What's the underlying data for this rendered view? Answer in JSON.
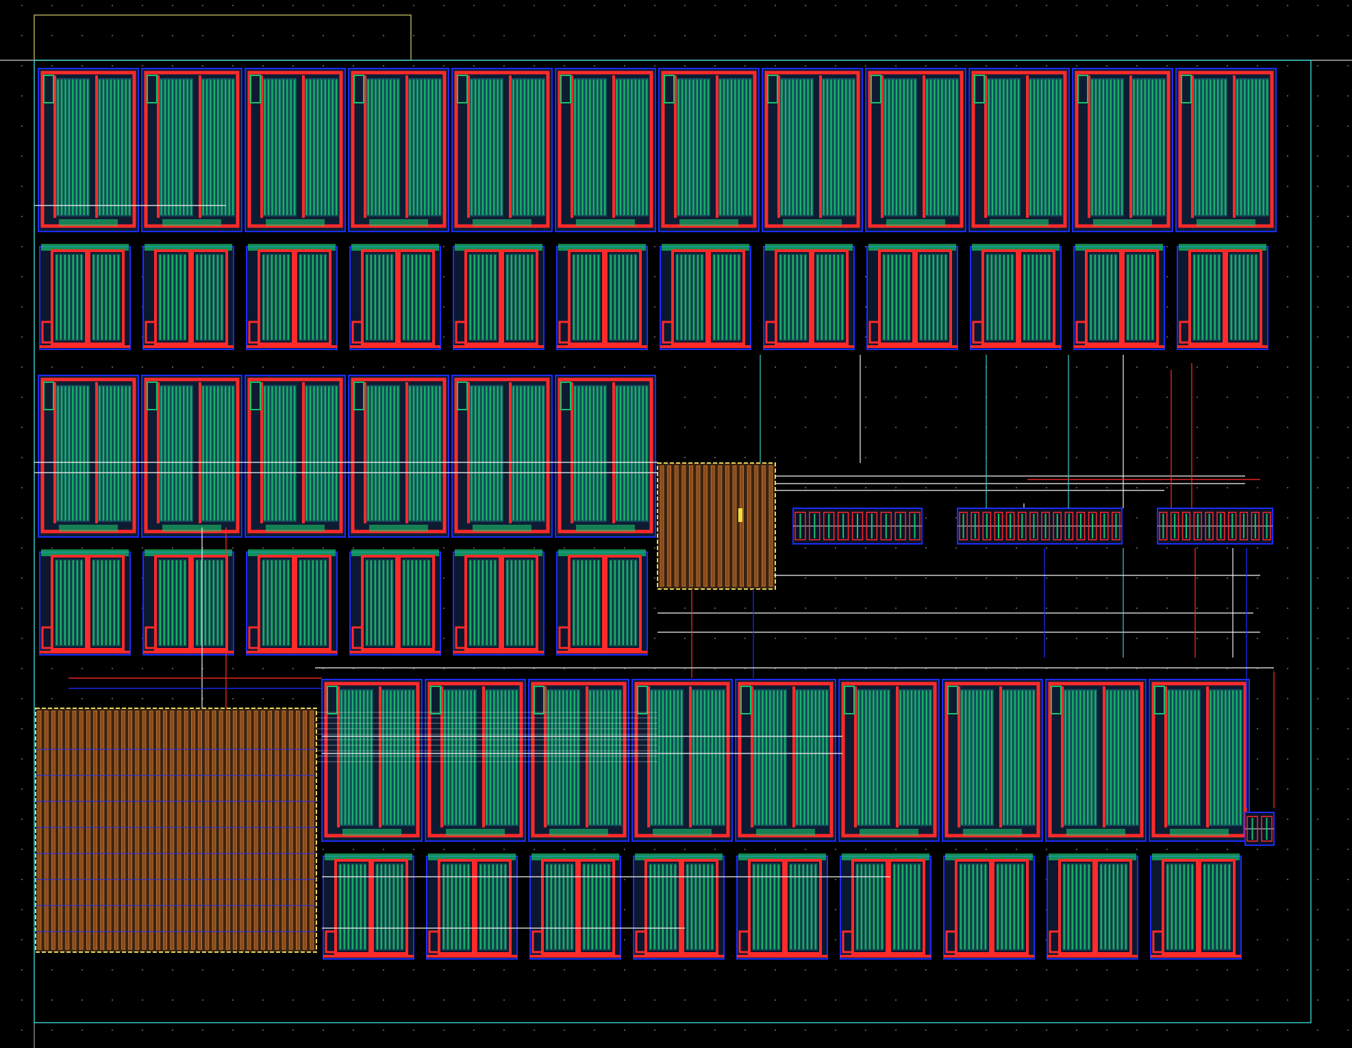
{
  "view": {
    "title": "",
    "background_color": "#000000",
    "layers": [
      {
        "name": "poly",
        "color": "#ff2a2a"
      },
      {
        "name": "diffusion",
        "color": "#19c36a"
      },
      {
        "name": "metal1",
        "color": "#1c2cff"
      },
      {
        "name": "metal2",
        "color": "#e8e8e8"
      },
      {
        "name": "capacitor",
        "color": "#8a4a1a"
      },
      {
        "name": "boundary",
        "color": "#38c8c8"
      },
      {
        "name": "cell-frame",
        "color": "#e8d860"
      }
    ]
  },
  "blocks": {
    "top_row_cells": 12,
    "middle_row_cells": 6,
    "bottom_row_cells": 9,
    "capacitor_banks": [
      "left-cap-array",
      "center-cap-array"
    ],
    "logic_strips": [
      "logic-strip-1",
      "logic-strip-2",
      "logic-strip-3"
    ]
  }
}
